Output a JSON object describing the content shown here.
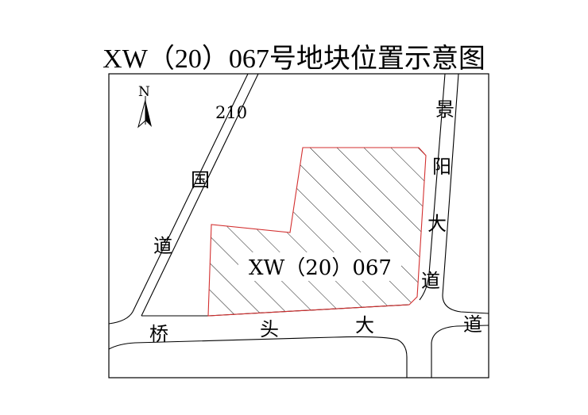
{
  "title": "XW（20）067号地块位置示意图",
  "north_label": "N",
  "parcel": {
    "label": "XW（20）067",
    "outline_color": "#d32f2f",
    "hatch_color": "#000000"
  },
  "roads": {
    "national_road_210": [
      "210",
      "国",
      "道"
    ],
    "jingyang_avenue": [
      "景",
      "阳",
      "大",
      "道"
    ],
    "qiaotou_avenue": [
      "桥",
      "头",
      "大",
      "道"
    ]
  }
}
